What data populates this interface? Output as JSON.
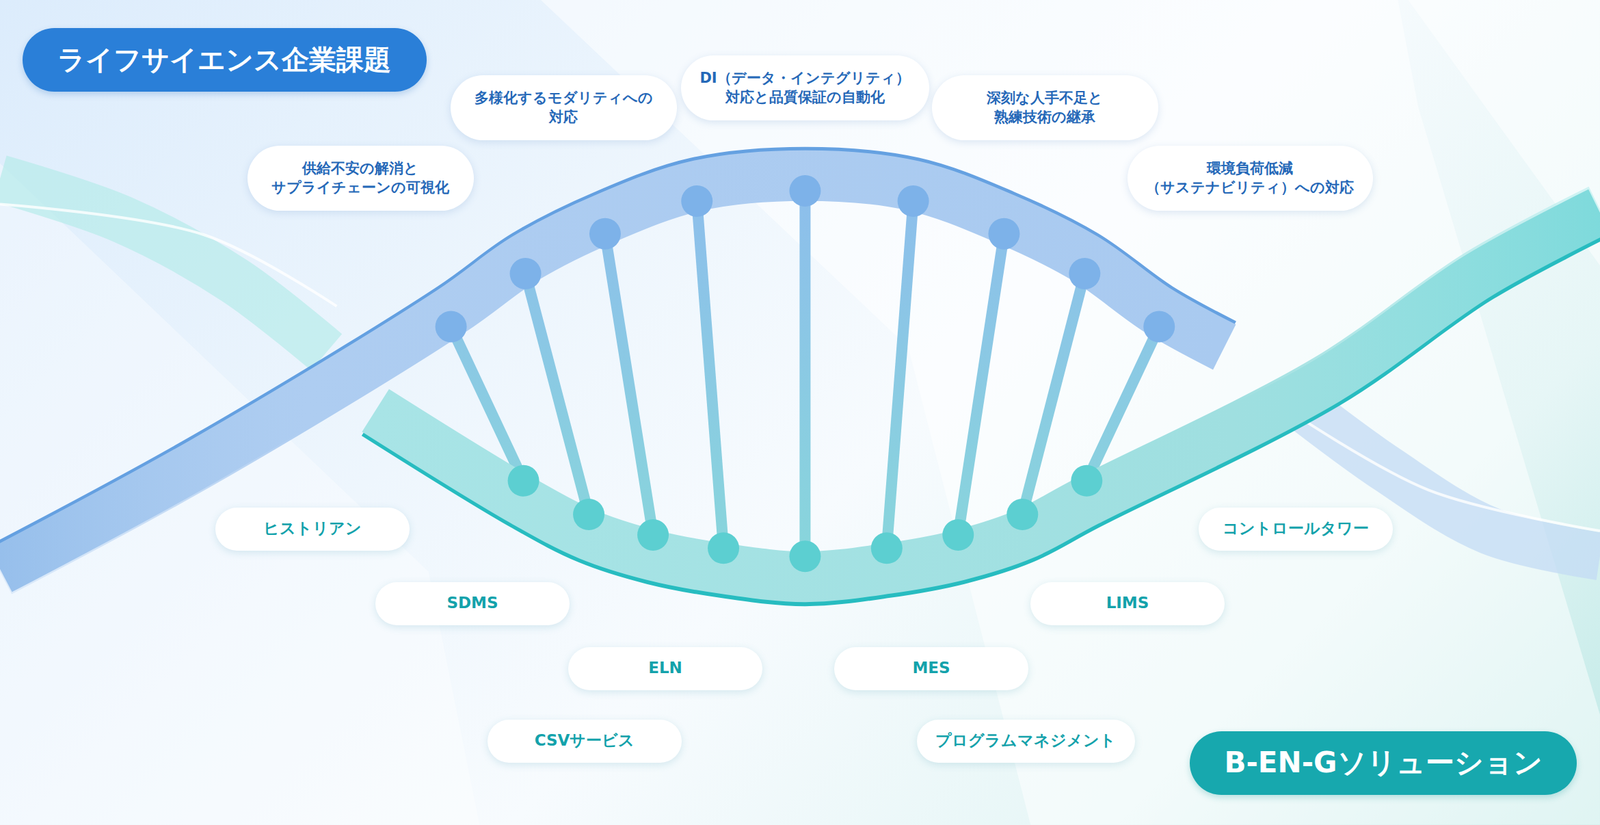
{
  "diagram": {
    "nodes": [
      {
        "text": [
          "ライフサイエンス企業課題"
        ]
      },
      {
        "text": [
          "供給不安の解消と サプライチェーンの可視化"
        ]
      },
      {
        "text": [
          "多様化するモダリティへの 対応"
        ]
      },
      {
        "text": [
          "DI（データ・インテグリティ） 対応と品質保証の自動化"
        ]
      },
      {
        "text": [
          "深刻な人手不足と 熟練技術の継承"
        ]
      },
      {
        "text": [
          "環境負荷低減 （サステナビリティ）への対応"
        ]
      },
      {
        "text": [
          "ヒストリアン"
        ]
      },
      {
        "text": [
          "コントロールタワー"
        ]
      },
      {
        "text": [
          "SDMS"
        ]
      },
      {
        "text": [
          "LIMS"
        ]
      },
      {
        "text": [
          "ELN"
        ]
      },
      {
        "text": [
          "MES"
        ]
      },
      {
        "text": [
          "CSVサービス"
        ]
      },
      {
        "text": [
          "プログラムマネジメント"
        ]
      },
      {
        "text": [
          "B-EN-Gソリューション"
        ]
      }
    ]
  }
}
